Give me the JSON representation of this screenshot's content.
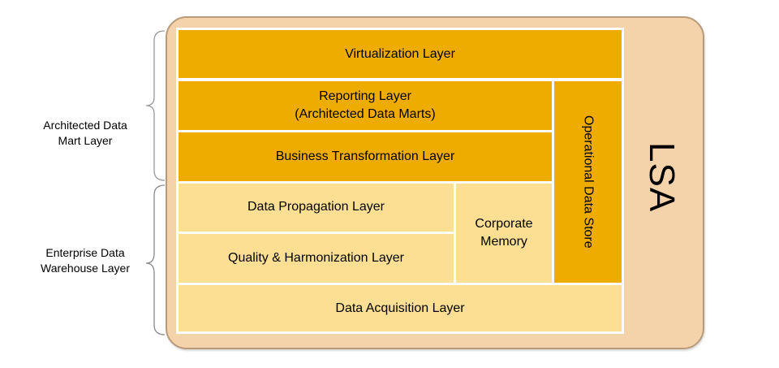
{
  "diagram": {
    "title": "LSA",
    "colors": {
      "outer_fill": "#f5d3aa",
      "outer_border": "#b89b7a",
      "dark_layer": "#efac00",
      "light_layer": "#fddf94",
      "cell_border": "#ffffff"
    },
    "layers": {
      "virtualization": "Virtualization Layer",
      "reporting_line1": "Reporting Layer",
      "reporting_line2": "(Architected Data Marts)",
      "business_transformation": "Business Transformation Layer",
      "data_propagation": "Data Propagation Layer",
      "quality_harmonization": "Quality & Harmonization Layer",
      "corporate_memory_line1": "Corporate",
      "corporate_memory_line2": "Memory",
      "operational_data_store": "Operational Data Store",
      "data_acquisition": "Data Acquisition Layer"
    },
    "side_labels": {
      "architected_line1": "Architected Data",
      "architected_line2": "Mart Layer",
      "enterprise_line1": "Enterprise Data",
      "enterprise_line2": "Warehouse Layer"
    }
  }
}
